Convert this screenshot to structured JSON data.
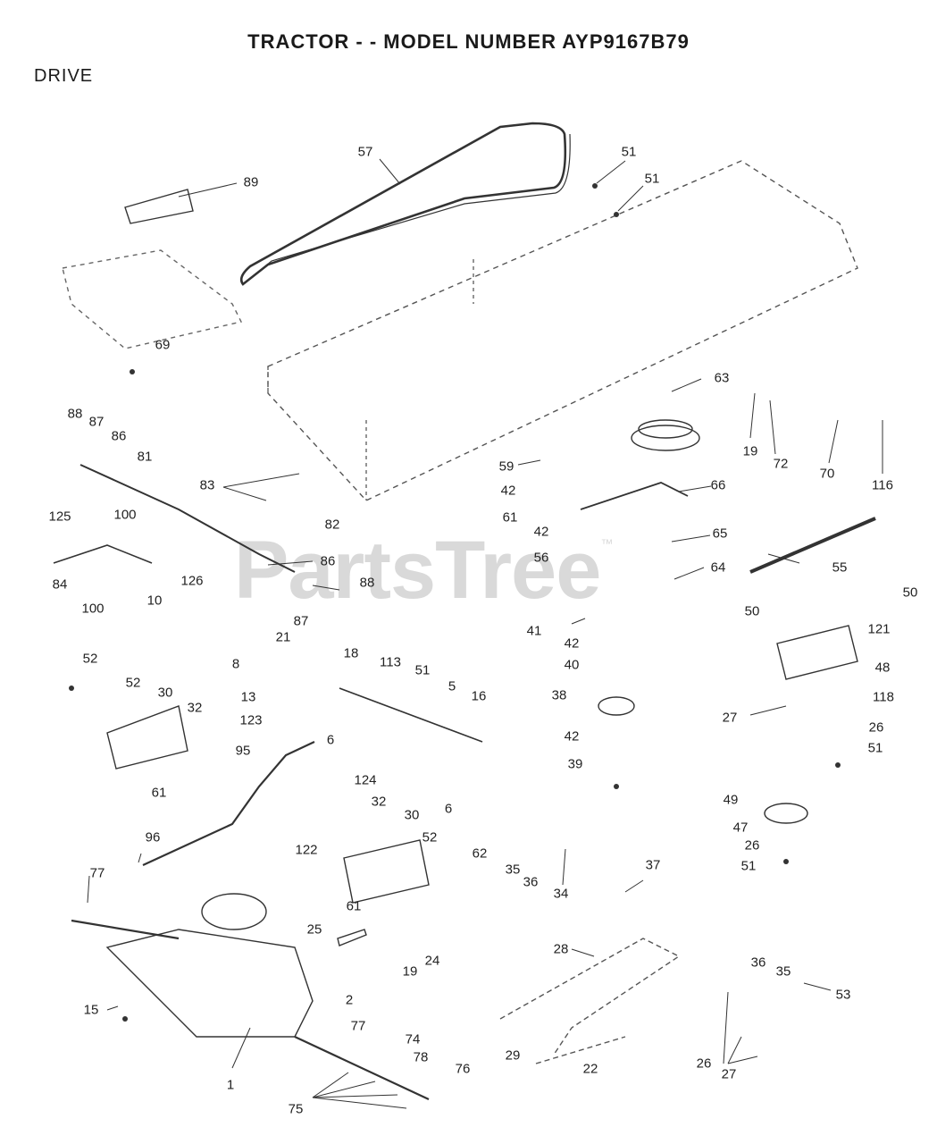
{
  "title": "TRACTOR - - MODEL NUMBER AYP9167B79",
  "section": "DRIVE",
  "watermark": "PartsTree",
  "watermark_tm": "™",
  "callouts": [
    "57",
    "51",
    "51",
    "89",
    "69",
    "63",
    "19",
    "72",
    "70",
    "116",
    "88",
    "87",
    "86",
    "81",
    "83",
    "82",
    "59",
    "42",
    "61",
    "66",
    "42",
    "65",
    "56",
    "55",
    "64",
    "125",
    "100",
    "84",
    "100",
    "126",
    "86",
    "88",
    "87",
    "21",
    "10",
    "8",
    "50",
    "50",
    "121",
    "48",
    "118",
    "41",
    "42",
    "40",
    "38",
    "42",
    "39",
    "27",
    "26",
    "51",
    "52",
    "52",
    "30",
    "32",
    "61",
    "13",
    "123",
    "95",
    "124",
    "18",
    "113",
    "51",
    "5",
    "16",
    "6",
    "6",
    "122",
    "62",
    "35",
    "36",
    "34",
    "37",
    "49",
    "47",
    "26",
    "51",
    "96",
    "32",
    "30",
    "52",
    "61",
    "77",
    "25",
    "19",
    "24",
    "28",
    "36",
    "35",
    "53",
    "15",
    "2",
    "77",
    "74",
    "29",
    "22",
    "1",
    "78",
    "76",
    "75",
    "26",
    "27"
  ]
}
